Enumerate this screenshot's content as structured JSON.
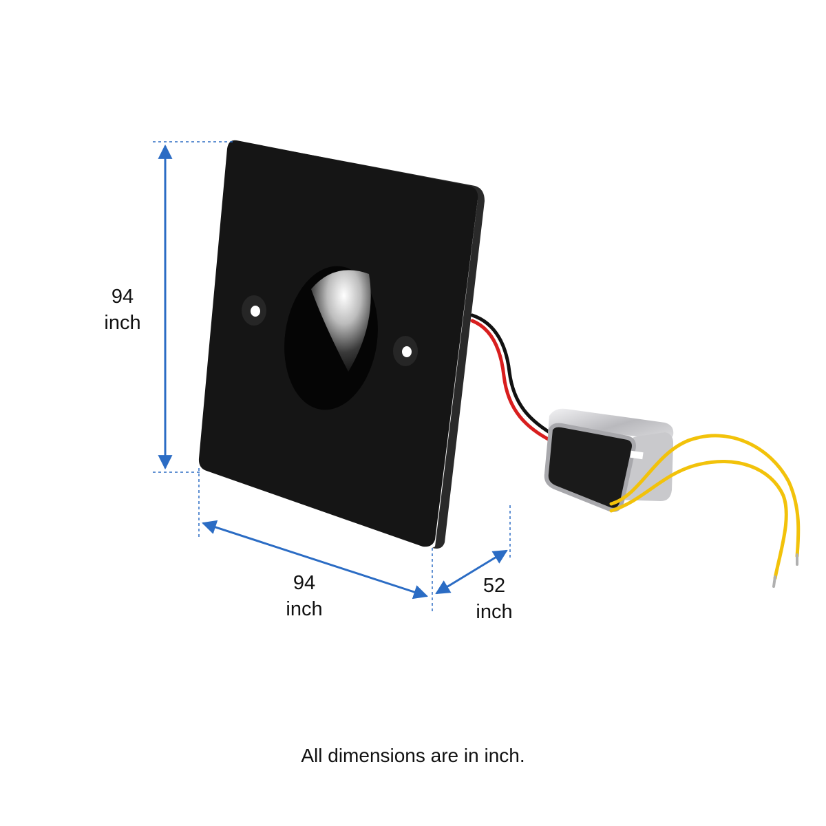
{
  "dimensions": {
    "height": {
      "value": "94",
      "unit": "inch"
    },
    "width": {
      "value": "94",
      "unit": "inch"
    },
    "depth": {
      "value": "52",
      "unit": "inch"
    }
  },
  "footnote": "All dimensions are in inch.",
  "colors": {
    "dimension_line": "#2b6cc4",
    "plate": "#151515",
    "wire_red": "#d81e1e",
    "wire_yellow": "#f2c20a",
    "housing_metal": "#c9c9cc"
  }
}
